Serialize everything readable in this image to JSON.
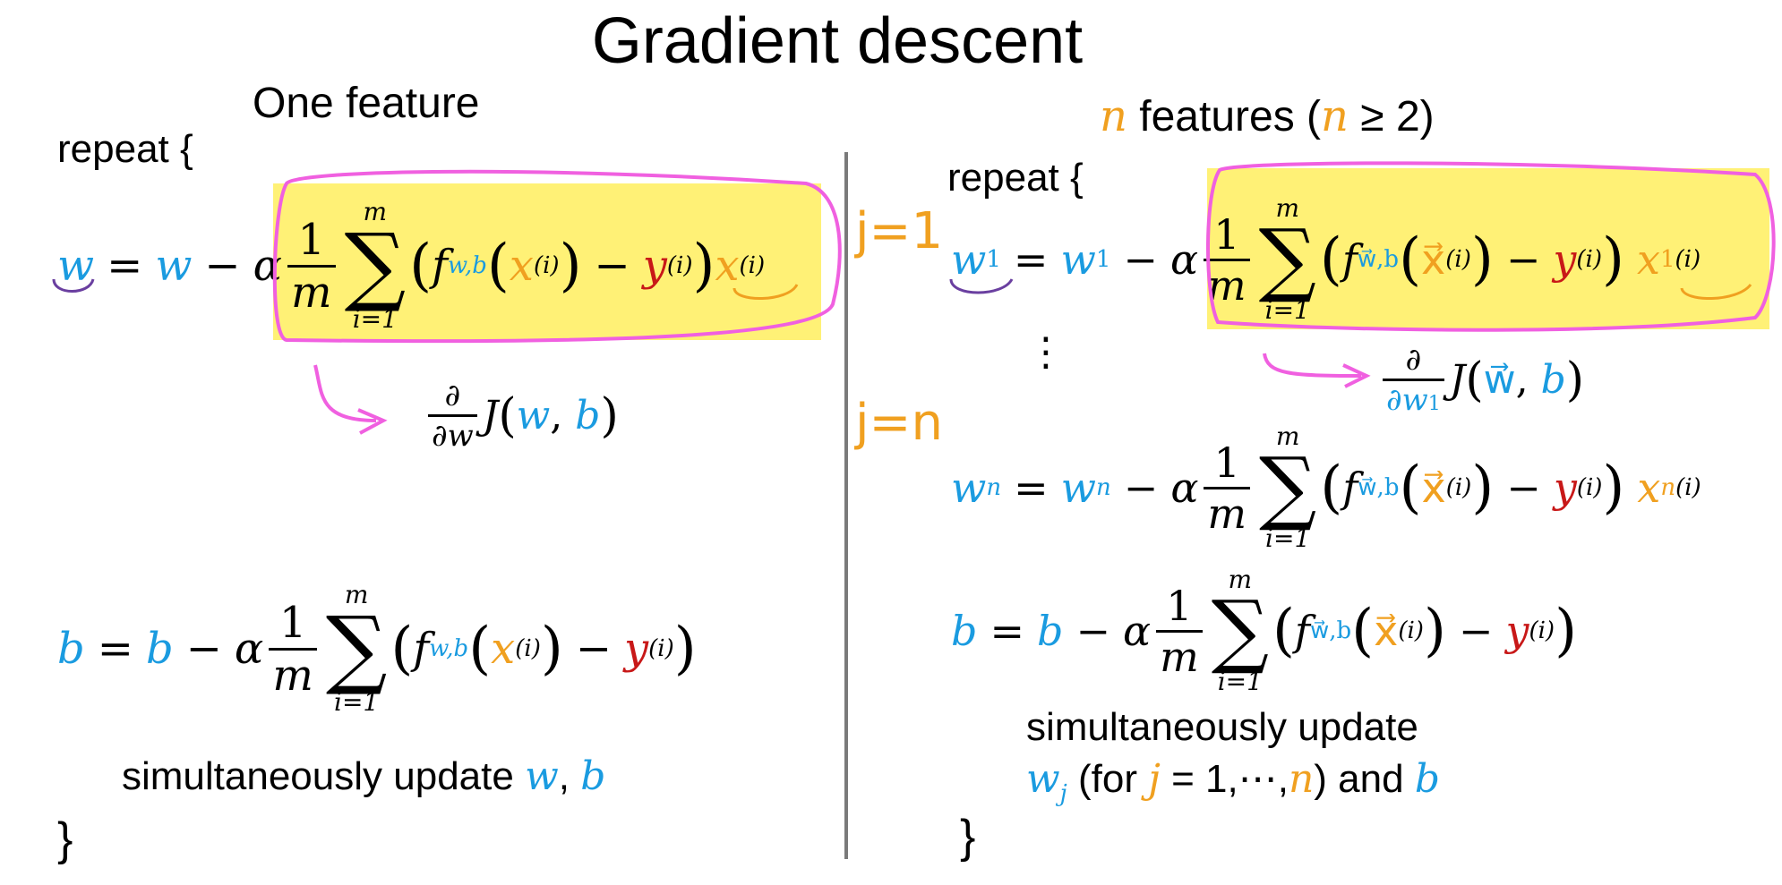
{
  "title": "Gradient descent",
  "left": {
    "heading": "One feature",
    "repeat": "repeat {",
    "close": "}",
    "w_lhs": "w",
    "w_rhs": "w",
    "alpha": "α",
    "one": "1",
    "m": "m",
    "sum_top": "m",
    "sum_bottom": "i=1",
    "f": "f",
    "f_sub": "w,b",
    "x": "x",
    "sup_i": "(i)",
    "y": "y",
    "b_lhs": "b",
    "b_rhs": "b",
    "deriv_num": "∂",
    "deriv_den": "∂w",
    "J": "J",
    "J_w": "w",
    "J_b": "b",
    "simul_text": "simultaneously update",
    "simul_w": "w",
    "simul_b": "b"
  },
  "right": {
    "heading_n": "n",
    "heading_text": "features (",
    "heading_n2": "n",
    "heading_tail": "≥ 2)",
    "repeat": "repeat {",
    "close": "}",
    "w1": "w",
    "w1_sub": "1",
    "wn_sub": "n",
    "vdots": "⋮",
    "f_sub": "w⃗,b",
    "xvec": "x⃗",
    "x": "x",
    "x1_sub": "1",
    "xn_sub": "n",
    "sup_i": "(i)",
    "y": "y",
    "b": "b",
    "deriv_num": "∂",
    "deriv_den": "∂w",
    "deriv_den_sub": "1",
    "J": "J",
    "J_w": "w⃗",
    "J_b": "b",
    "j1": "j=1",
    "jn": "j=n",
    "simul_line1": "simultaneously update",
    "simul_wj": "w",
    "simul_wj_sub": "j",
    "simul_for": "(for",
    "simul_j": "j",
    "simul_range": "= 1,⋯,",
    "simul_n": "n",
    "simul_and": ") and",
    "simul_b": "b"
  },
  "colors": {
    "blue": "#1a9be0",
    "orange": "#f0a020",
    "red": "#c81818",
    "highlight": "#fff176",
    "annotation": "#f060e0",
    "underline": "#6a3fa0"
  }
}
